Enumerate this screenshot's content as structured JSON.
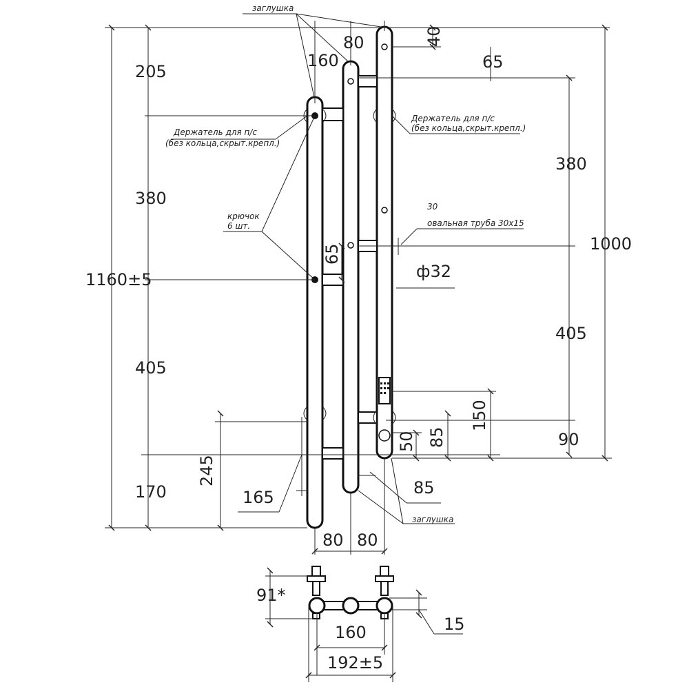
{
  "notes": {
    "plug_top": "заглушка",
    "plug_bottom": "заглушка",
    "holder_left_1": "Держатель для п/с",
    "holder_left_2": "(без кольца,скрыт.крепл.)",
    "holder_right_1": "Держатель для п/с",
    "holder_right_2": "(без кольца,скрыт.крепл.)",
    "hook_1": "крючок",
    "hook_2": "6 шт.",
    "oval_1": "30",
    "oval_2": "овальная труба 30х15"
  },
  "dims": {
    "d160": "160",
    "d80_top": "80",
    "d40": "40",
    "d65_top": "65",
    "d205": "205",
    "d380_left": "380",
    "d1160": "1160±5",
    "d405_left": "405",
    "d170": "170",
    "d245": "245",
    "d165": "165",
    "d65_mid": "65",
    "d380_right": "380",
    "d1000": "1000",
    "dphi32": "ф32",
    "d405_right": "405",
    "d150": "150",
    "d85_a": "85",
    "d50": "50",
    "d90": "90",
    "d85_b": "85",
    "d80_b1": "80",
    "d80_b2": "80",
    "d91": "91*",
    "d160_b": "160",
    "d15": "15",
    "d192": "192±5"
  }
}
